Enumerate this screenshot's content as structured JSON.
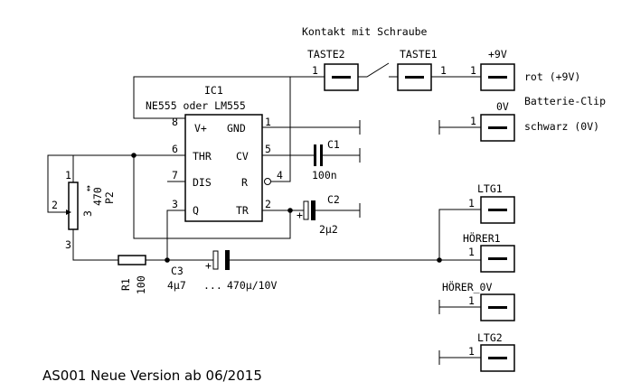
{
  "title": "AS001 Neue Version ab 06/2015",
  "note": "Kontakt mit Schraube",
  "ic": {
    "ref": "IC1",
    "type": "NE555 oder LM555",
    "pins": {
      "vplus": "V+",
      "gnd": "GND",
      "thr": "THR",
      "cv": "CV",
      "dis": "DIS",
      "r": "R",
      "q": "Q",
      "tr": "TR"
    },
    "pin_numbers": {
      "p8": "8",
      "p1": "1",
      "p6": "6",
      "p5": "5",
      "p7": "7",
      "p4": "4",
      "p3": "3",
      "p2": "2"
    }
  },
  "connectors": [
    {
      "name": "TASTE2",
      "pin": "1"
    },
    {
      "name": "TASTE1",
      "pin": "1"
    },
    {
      "name": "+9V",
      "pin": "1",
      "label": "rot (+9V)"
    },
    {
      "name": "0V",
      "pin": "1",
      "label": "schwarz (0V)"
    },
    {
      "name": "LTG1",
      "pin": "1"
    },
    {
      "name": "HÖRER1",
      "pin": "1"
    },
    {
      "name": "HÖRER_0V",
      "pin": "1"
    },
    {
      "name": "LTG2",
      "pin": "1"
    }
  ],
  "battery_label": "Batterie-Clip",
  "components": {
    "c1": {
      "ref": "C1",
      "value": "100n"
    },
    "c2": {
      "ref": "C2",
      "value": "2µ2",
      "polarity": "+"
    },
    "c3": {
      "ref": "C3",
      "value": "4µ7",
      "dots": "...",
      "value2": "470µ/10V",
      "polarity": "+"
    },
    "r1": {
      "ref": "R1",
      "value": "100"
    },
    "p2": {
      "ref": "P2",
      "value": "470",
      "pins": [
        "1",
        "2",
        "3",
        "3"
      ]
    }
  }
}
